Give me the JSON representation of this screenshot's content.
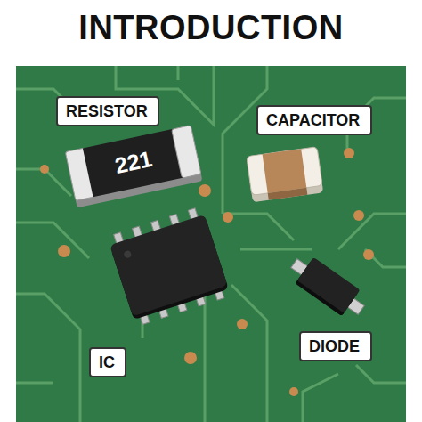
{
  "diagram": {
    "title": "INTRODUCTION",
    "nodes": [
      {
        "text": [
          "RESISTOR"
        ]
      },
      {
        "text": [
          "CAPACITOR"
        ]
      },
      {
        "text": [
          "IC"
        ]
      },
      {
        "text": [
          "DIODE"
        ]
      }
    ],
    "labels": [
      "221"
    ]
  }
}
